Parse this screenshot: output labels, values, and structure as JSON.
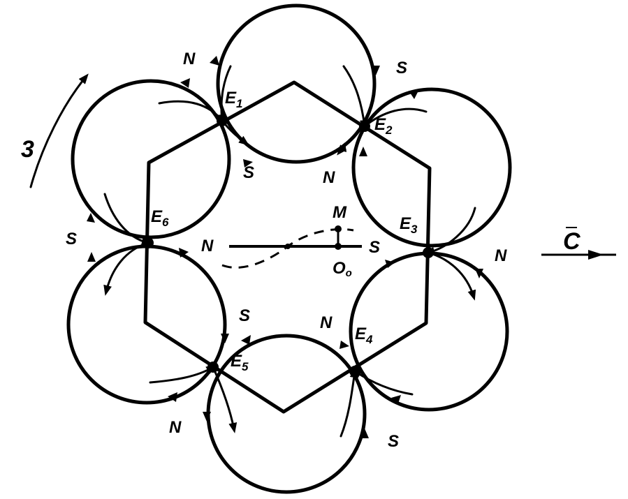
{
  "labels": {
    "E1": "E",
    "E1_sub": "1",
    "E2": "E",
    "E2_sub": "2",
    "E3": "E",
    "E3_sub": "3",
    "E4": "E",
    "E4_sub": "4",
    "E5": "E",
    "E5_sub": "5",
    "E6": "E",
    "E6_sub": "6",
    "M": "M",
    "O": "O",
    "O_sub": "o",
    "C": "C",
    "rotation": "3",
    "N": "N",
    "S": "S"
  }
}
